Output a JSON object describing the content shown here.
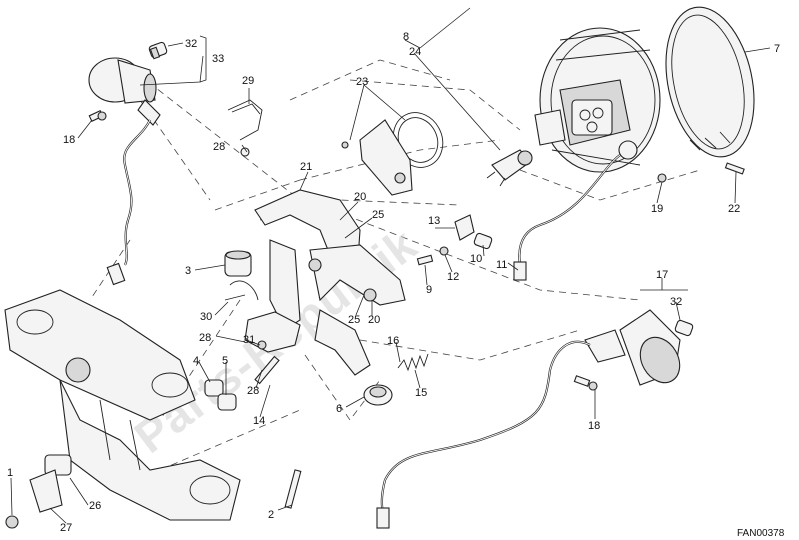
{
  "diagram": {
    "drawing_code": "FAN00378",
    "watermark": "Parts-Republik",
    "callouts": [
      {
        "id": "c32a",
        "label": "32"
      },
      {
        "id": "c33",
        "label": "33"
      },
      {
        "id": "c18a",
        "label": "18"
      },
      {
        "id": "c29",
        "label": "29"
      },
      {
        "id": "c28a",
        "label": "28"
      },
      {
        "id": "c8",
        "label": "8"
      },
      {
        "id": "c23",
        "label": "23"
      },
      {
        "id": "c24",
        "label": "24"
      },
      {
        "id": "c7",
        "label": "7"
      },
      {
        "id": "c21",
        "label": "21"
      },
      {
        "id": "c20a",
        "label": "20"
      },
      {
        "id": "c25a",
        "label": "25"
      },
      {
        "id": "c3",
        "label": "3"
      },
      {
        "id": "c13",
        "label": "13"
      },
      {
        "id": "c10",
        "label": "10"
      },
      {
        "id": "c11",
        "label": "11"
      },
      {
        "id": "c12",
        "label": "12"
      },
      {
        "id": "c9",
        "label": "9"
      },
      {
        "id": "c19",
        "label": "19"
      },
      {
        "id": "c22",
        "label": "22"
      },
      {
        "id": "c17",
        "label": "17"
      },
      {
        "id": "c32b",
        "label": "32"
      },
      {
        "id": "c30",
        "label": "30"
      },
      {
        "id": "c25b",
        "label": "25"
      },
      {
        "id": "c20b",
        "label": "20"
      },
      {
        "id": "c28b",
        "label": "28"
      },
      {
        "id": "c31",
        "label": "31"
      },
      {
        "id": "c4",
        "label": "4"
      },
      {
        "id": "c5",
        "label": "5"
      },
      {
        "id": "c28c",
        "label": "28"
      },
      {
        "id": "c16",
        "label": "16"
      },
      {
        "id": "c15",
        "label": "15"
      },
      {
        "id": "c14",
        "label": "14"
      },
      {
        "id": "c6",
        "label": "6"
      },
      {
        "id": "c18b",
        "label": "18"
      },
      {
        "id": "c1",
        "label": "1"
      },
      {
        "id": "c26",
        "label": "26"
      },
      {
        "id": "c27",
        "label": "27"
      },
      {
        "id": "c2",
        "label": "2"
      }
    ]
  }
}
